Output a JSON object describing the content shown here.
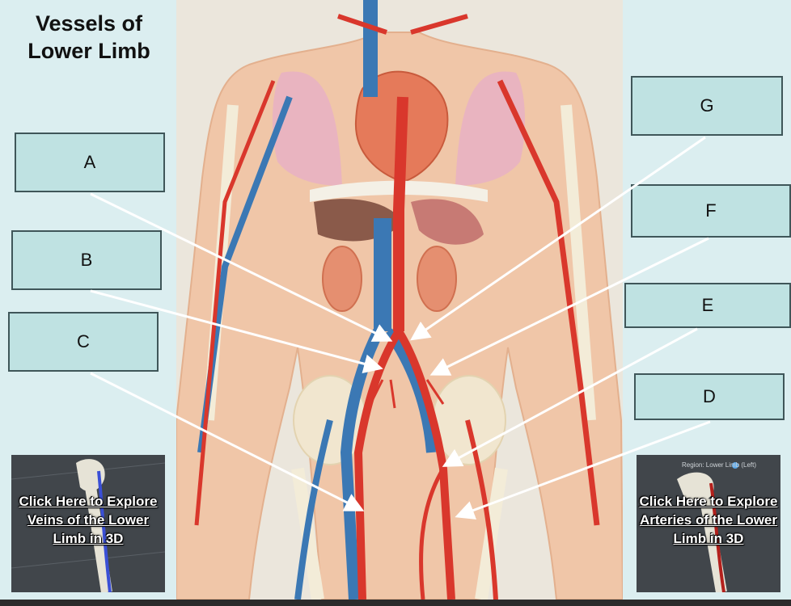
{
  "title": "Vessels of Lower Limb",
  "labels": {
    "a": "A",
    "b": "B",
    "c": "C",
    "d": "D",
    "e": "E",
    "f": "F",
    "g": "G"
  },
  "links": {
    "veins": "Click Here to Explore Veins of the Lower Limb in 3D",
    "arteries": "Click Here to Explore Arteries of the Lower Limb in 3D",
    "arteries_region": "Region: Lower Limb (Left)"
  },
  "colors": {
    "background": "#dbeef0",
    "label_fill": "#bfe2e2",
    "artery": "#d9372c",
    "vein": "#3b78b4",
    "skin": "#f0c6a8",
    "pointer": "#ffffff"
  }
}
